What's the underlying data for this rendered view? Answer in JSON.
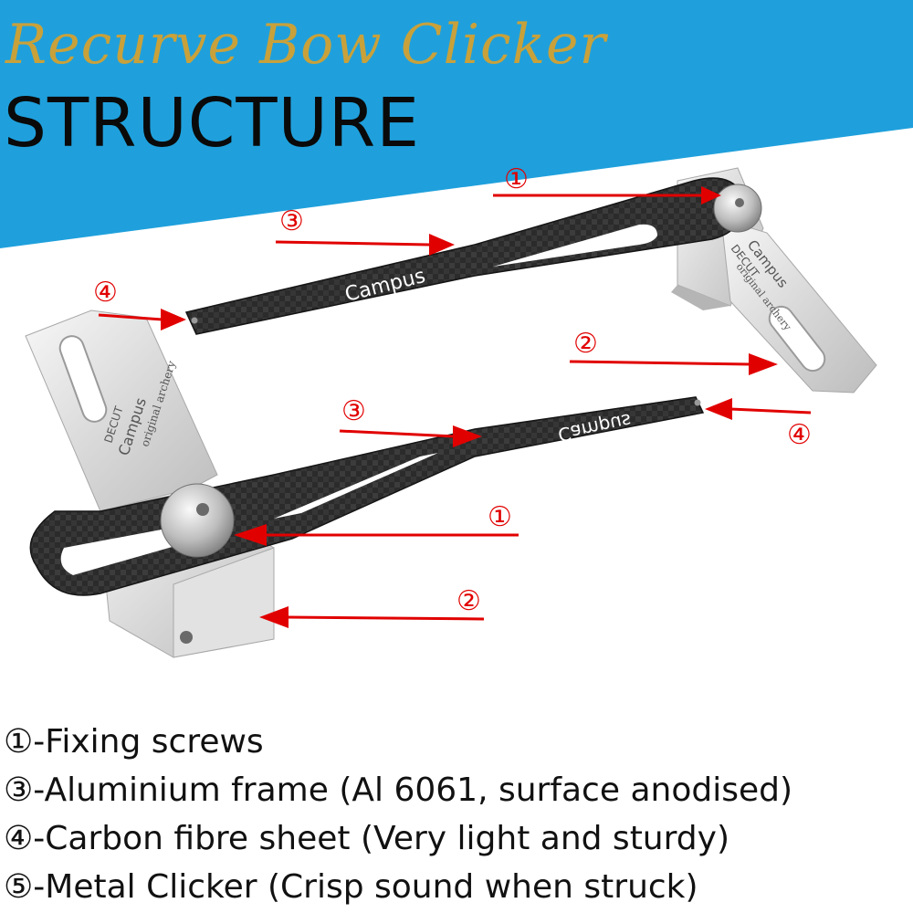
{
  "header": {
    "title_script": "Recurve Bow Clicker",
    "title_main": "STRUCTURE",
    "banner_color": "#1fa0dc",
    "title_script_color": "#c9a13a"
  },
  "product": {
    "brand_text": "Campus",
    "engraving_line1": "Campus",
    "engraving_line2": "original archery",
    "engraving_logo": "DECUT"
  },
  "callouts": {
    "color": "#e10000",
    "items": [
      {
        "label": "①"
      },
      {
        "label": "③"
      },
      {
        "label": "④"
      },
      {
        "label": "②"
      },
      {
        "label": "③"
      },
      {
        "label": "④"
      },
      {
        "label": "①"
      },
      {
        "label": "②"
      }
    ]
  },
  "legend": {
    "items": [
      "①-Fixing screws",
      "③-Aluminium frame (Al 6061, surface anodised)",
      "④-Carbon fibre sheet (Very light and sturdy)",
      "⑤-Metal Clicker (Crisp sound when struck)"
    ]
  }
}
